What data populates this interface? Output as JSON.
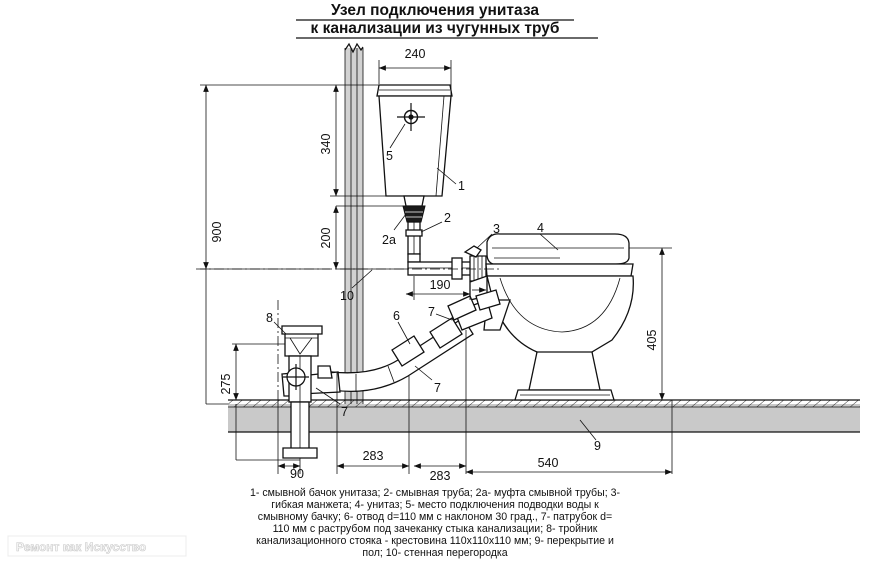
{
  "document": {
    "title_line1": "Узел подключения унитаза",
    "title_line2": "к канализации из чугунных труб",
    "watermark": "Ремонт как Искусство"
  },
  "dimensions": {
    "cistern_width": "240",
    "cistern_height": "340",
    "flush_pipe_length": "200",
    "total_height": "900",
    "flush_offset": "190",
    "bowl_height": "405",
    "tee_height": "275",
    "offset_90": "90",
    "offset_283_upper": "283",
    "offset_283_lower": "283",
    "bowl_span": "540"
  },
  "markers": {
    "m1": "1",
    "m2": "2",
    "m2a": "2а",
    "m3": "3",
    "m4": "4",
    "m5": "5",
    "m6": "6",
    "m7a": "7",
    "m7b": "7",
    "m7c": "7",
    "m8": "8",
    "m9": "9",
    "m10": "10"
  },
  "legend": {
    "line1": "1- смывной бачок унитаза;  2- смывная труба; 2а- муфта смывной трубы;  3-",
    "line2": "гибкая  манжета;  4- унитаз;  5- место подключения подводки воды к",
    "line3": "смывному бачку; 6- отвод d=110 мм с наклоном 30 град.,  7-  патрубок d=",
    "line4": "110 мм с раструбом под зачеканку стыка канализации;  8- тройник",
    "line5": "канализационного стояка - крестовина 110х110х110 мм;  9- перекрытие и",
    "line6": "пол;  10- стенная перегородка"
  },
  "colors": {
    "ink": "#111111",
    "slab_fill": "#c9c9c9",
    "wall_fill": "#d2d2d2",
    "paper": "#ffffff"
  }
}
